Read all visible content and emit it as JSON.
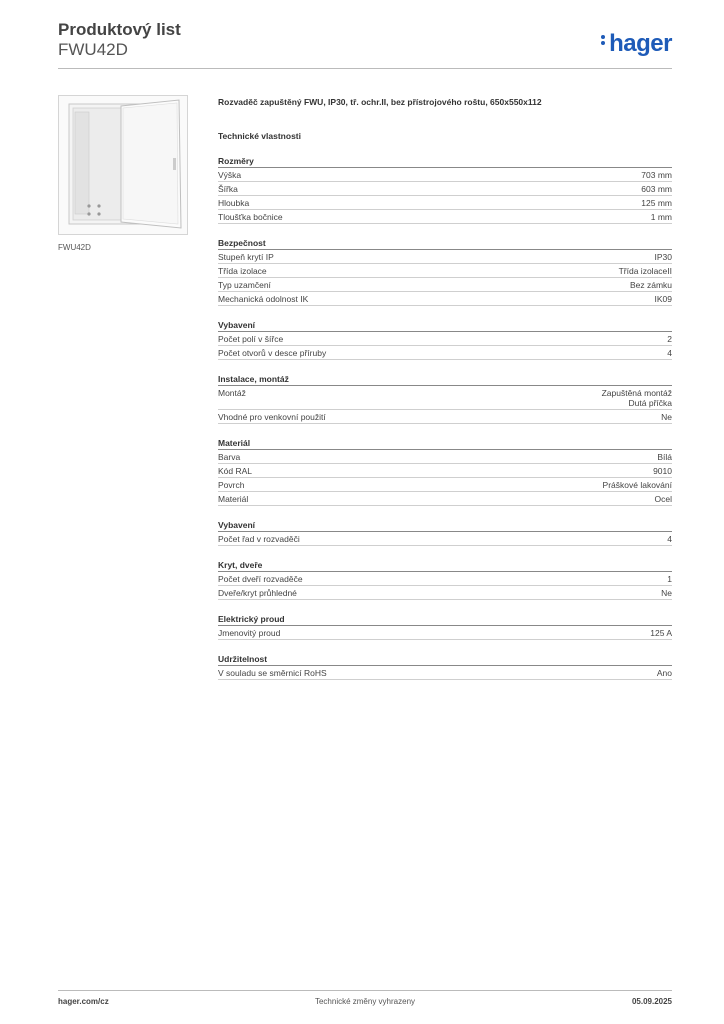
{
  "header": {
    "title": "Produktový list",
    "subtitle": "FWU42D",
    "logo_text": "hager",
    "logo_color": "#1e5bb8"
  },
  "image": {
    "caption": "FWU42D",
    "icon": "distribution-board-image"
  },
  "main": {
    "description": "Rozvaděč zapuštěný FWU, IP30, tř. ochr.II, bez přístrojového roštu, 650x550x112",
    "tech_heading": "Technické vlastnosti",
    "sections": [
      {
        "title": "Rozměry",
        "rows": [
          {
            "label": "Výška",
            "value": "703 mm"
          },
          {
            "label": "Šířka",
            "value": "603 mm"
          },
          {
            "label": "Hloubka",
            "value": "125 mm"
          },
          {
            "label": "Tloušťka bočnice",
            "value": "1 mm"
          }
        ]
      },
      {
        "title": "Bezpečnost",
        "rows": [
          {
            "label": "Stupeň krytí IP",
            "value": "IP30"
          },
          {
            "label": "Třída izolace",
            "value": "Třída izolaceII"
          },
          {
            "label": "Typ uzamčení",
            "value": "Bez zámku"
          },
          {
            "label": "Mechanická odolnost IK",
            "value": "IK09"
          }
        ]
      },
      {
        "title": "Vybavení",
        "rows": [
          {
            "label": "Počet polí v šířce",
            "value": "2"
          },
          {
            "label": "Počet otvorů v desce příruby",
            "value": "4"
          }
        ]
      },
      {
        "title": "Instalace, montáž",
        "rows": [
          {
            "label": "Montáž",
            "value": "Zapuštěná montáž\nDutá příčka"
          },
          {
            "label": "Vhodné pro venkovní použití",
            "value": "Ne"
          }
        ]
      },
      {
        "title": "Materiál",
        "rows": [
          {
            "label": "Barva",
            "value": "Bílá"
          },
          {
            "label": "Kód RAL",
            "value": "9010"
          },
          {
            "label": "Povrch",
            "value": "Práškové lakování"
          },
          {
            "label": "Materiál",
            "value": "Ocel"
          }
        ]
      },
      {
        "title": "Vybavení",
        "rows": [
          {
            "label": "Počet řad v rozvaděči",
            "value": "4"
          }
        ]
      },
      {
        "title": "Kryt, dveře",
        "rows": [
          {
            "label": "Počet dveří rozvaděče",
            "value": "1"
          },
          {
            "label": "Dveře/kryt průhledné",
            "value": "Ne"
          }
        ]
      },
      {
        "title": "Elektrický proud",
        "rows": [
          {
            "label": "Jmenovitý proud",
            "value": "125 A"
          }
        ]
      },
      {
        "title": "Udržitelnost",
        "rows": [
          {
            "label": "V souladu se směrnicí RoHS",
            "value": "Ano"
          }
        ]
      }
    ]
  },
  "footer": {
    "website": "hager.com/cz",
    "notice": "Technické změny vyhrazeny",
    "date": "05.09.2025"
  }
}
